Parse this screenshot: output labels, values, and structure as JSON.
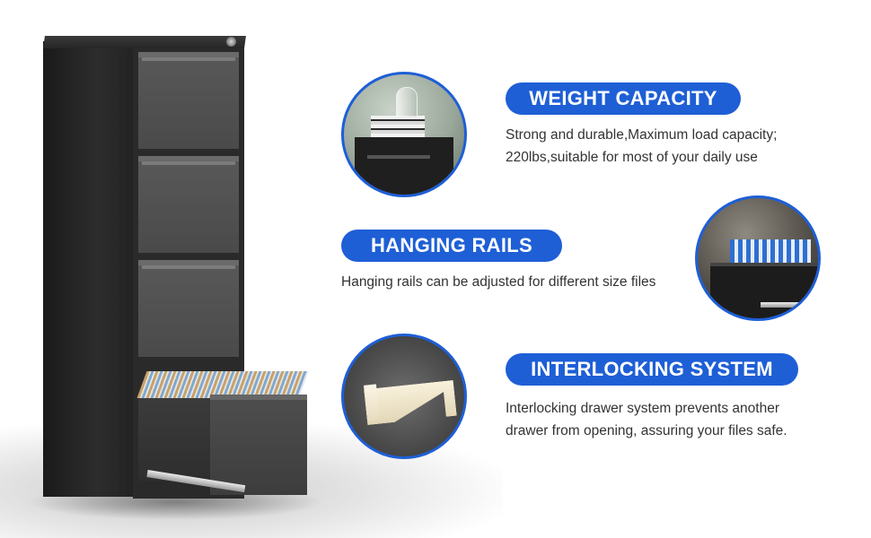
{
  "features": [
    {
      "title": "WEIGHT CAPACITY",
      "lines": [
        "Strong and durable,Maximum load capacity;",
        "220lbs,suitable for most of your daily use"
      ]
    },
    {
      "title": "HANGING RAILS",
      "lines": [
        "Hanging rails can be adjusted for different size files"
      ]
    },
    {
      "title": "INTERLOCKING SYSTEM",
      "lines": [
        "Interlocking drawer system prevents another",
        "drawer from opening, assuring your files safe."
      ]
    }
  ],
  "colors": {
    "accent": "#1e5fd6",
    "text": "#333333",
    "cabinet": "#2a2a2a"
  }
}
